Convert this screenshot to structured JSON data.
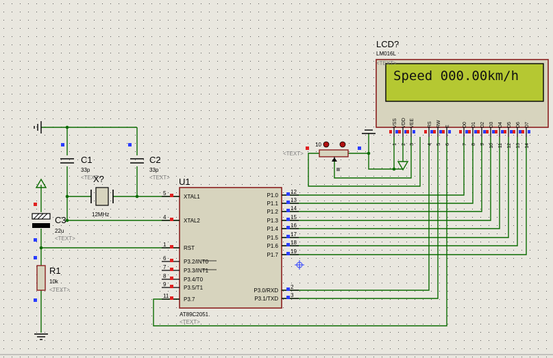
{
  "colors": {
    "background": "#e9e7df",
    "grid_dot": "#555555",
    "wire": "#0a6b00",
    "body": "#d7d4be",
    "body_border": "#8a1f1f",
    "lcd_screen": "#b5c832",
    "pin_red": "#e02020",
    "pin_blue": "#2a3cff"
  },
  "lcd": {
    "ref": "LCD?",
    "part": "LM016L",
    "text_placeholder": "<TEXT>",
    "display": "Speed 000.00km/h",
    "pins": [
      {
        "name": "VSS",
        "num": "1"
      },
      {
        "name": "VDD",
        "num": "2"
      },
      {
        "name": "VEE",
        "num": "3"
      },
      {
        "name": "RS",
        "num": "4"
      },
      {
        "name": "RW",
        "num": "5"
      },
      {
        "name": "E",
        "num": "6"
      },
      {
        "name": "D0",
        "num": "7"
      },
      {
        "name": "D1",
        "num": "8"
      },
      {
        "name": "D2",
        "num": "9"
      },
      {
        "name": "D3",
        "num": "10"
      },
      {
        "name": "D4",
        "num": "11"
      },
      {
        "name": "D5",
        "num": "12"
      },
      {
        "name": "D6",
        "num": "13"
      },
      {
        "name": "D7",
        "num": "14"
      }
    ]
  },
  "mcu": {
    "ref": "U1",
    "part": "AT89C2051",
    "text_placeholder": "<TEXT>",
    "left_pins": [
      {
        "name": "XTAL1",
        "num": "5"
      },
      {
        "name": "XTAL2",
        "num": "4"
      },
      {
        "name": "RST",
        "num": "1"
      },
      {
        "name": "P3.2/INT0",
        "num": "6"
      },
      {
        "name": "P3.3/INT1",
        "num": "7"
      },
      {
        "name": "P3.4/T0",
        "num": "8"
      },
      {
        "name": "P3.5/T1",
        "num": "9"
      },
      {
        "name": "P3.7",
        "num": "11"
      }
    ],
    "right_pins": [
      {
        "name": "P1.0",
        "num": "12"
      },
      {
        "name": "P1.1",
        "num": "13"
      },
      {
        "name": "P1.2",
        "num": "14"
      },
      {
        "name": "P1.3",
        "num": "15"
      },
      {
        "name": "P1.4",
        "num": "16"
      },
      {
        "name": "P1.5",
        "num": "17"
      },
      {
        "name": "P1.6",
        "num": "18"
      },
      {
        "name": "P1.7",
        "num": "19"
      },
      {
        "name": "P3.0/RXD",
        "num": "2"
      },
      {
        "name": "P3.1/TXD",
        "num": "3"
      }
    ]
  },
  "c1": {
    "ref": "C1",
    "value": "33p",
    "text_placeholder": "<TEXT>"
  },
  "c2": {
    "ref": "C2",
    "value": "33p",
    "text_placeholder": "<TEXT>"
  },
  "c3": {
    "ref": "C3",
    "value": "22u",
    "text_placeholder": "<TEXT>"
  },
  "crystal": {
    "ref": "X?",
    "value": "12MHz"
  },
  "r1": {
    "ref": "R1",
    "value": "10k",
    "text_placeholder": "<TEXT>"
  },
  "pot": {
    "value": "10",
    "text_placeholder": "<TEXT>"
  }
}
